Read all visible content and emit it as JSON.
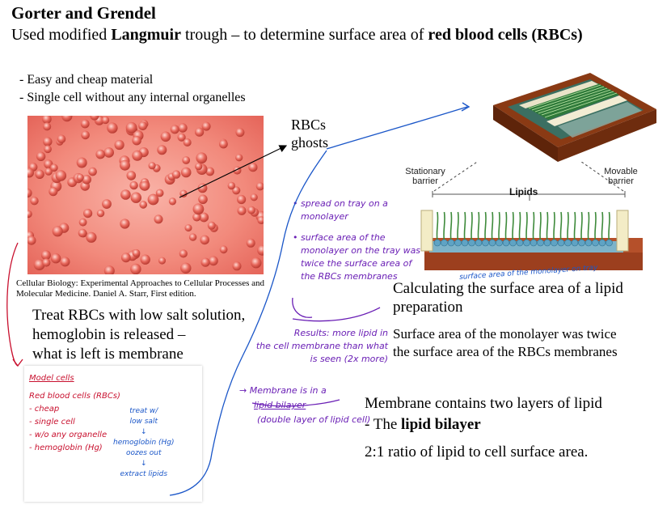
{
  "title": "Gorter and Grendel",
  "subtitle": {
    "prefix": "Used modified ",
    "bold1": "Langmuir",
    "middle": " trough – to determine surface area of ",
    "bold2": "red blood cells (RBCs)"
  },
  "bullets": [
    "- Easy and cheap material",
    "- Single cell without any internal organelles"
  ],
  "photo_caption": "Cellular Biology: Experimental Approaches to Cellular Processes and Molecular Medicine.  Daniel A. Starr, First edition.",
  "ghosts_label": [
    "RBCs",
    "ghosts"
  ],
  "treat_text": [
    "Treat RBCs with low salt solution,",
    "hemoglobin is released –",
    "what is left is membrane"
  ],
  "diagram": {
    "stationary": [
      "Stationary",
      "barrier"
    ],
    "lipids": "Lipids",
    "movable": [
      "Movable",
      "barrier"
    ]
  },
  "calc_text": [
    "Calculating the surface area of a lipid",
    "preparation"
  ],
  "surface_text": [
    "Surface area of the monolayer was twice",
    "the surface area of the RBCs membranes"
  ],
  "membrane_text": "Membrane contains two layers of lipid",
  "bilayer_prefix": "- The ",
  "bilayer_bold": "lipid bilayer",
  "ratio_text": "2:1 ratio of lipid to cell surface area.",
  "handwriting": {
    "purple_notes": [
      "• spread on tray on a",
      "monolayer",
      "• surface area of the",
      "monolayer on the tray was",
      "twice the surface area of",
      "the RBCs membranes"
    ],
    "purple_results": [
      "Results: more lipid in",
      "the cell membrane than what",
      "is seen (2x more)"
    ],
    "purple_membrane": [
      "→ Membrane is in a",
      "lipid bilayer",
      "(double layer of lipid cell)"
    ],
    "blue_label": "surface area of the monolayer on tray",
    "red_title": "Model cells",
    "red_items": [
      "Red blood cells (RBCs)",
      "- cheap",
      "- single cell",
      "- w/o any organelle",
      "- hemoglobin (Hg)"
    ],
    "blue_steps": [
      "treat w/",
      "low salt",
      "↓",
      "hemoglobin (Hg)",
      "oozes out",
      "↓",
      "extract lipids"
    ]
  },
  "colors": {
    "purple_ink": "#6a1fb5",
    "red_ink": "#c8102e",
    "blue_ink": "#1a56c8",
    "rbc_background": "#f07a6e"
  }
}
